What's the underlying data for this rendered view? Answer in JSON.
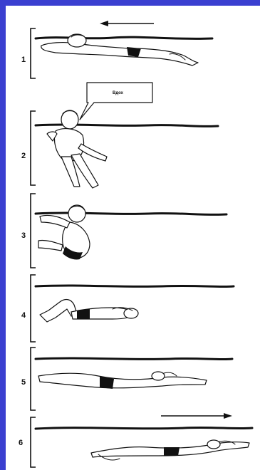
{
  "steps": [
    {
      "number": "1",
      "label": ""
    },
    {
      "number": "2",
      "label": "Вдох"
    },
    {
      "number": "3",
      "label": ""
    },
    {
      "number": "4",
      "label": ""
    },
    {
      "number": "5",
      "label": ""
    },
    {
      "number": "6",
      "label": ""
    }
  ],
  "colors": {
    "background": "#3a3fd0",
    "paper": "#ffffff",
    "ink": "#111111"
  },
  "icons": {
    "direction_arrow": "arrow-left-icon",
    "direction_arrow_bottom": "arrow-right-icon"
  }
}
